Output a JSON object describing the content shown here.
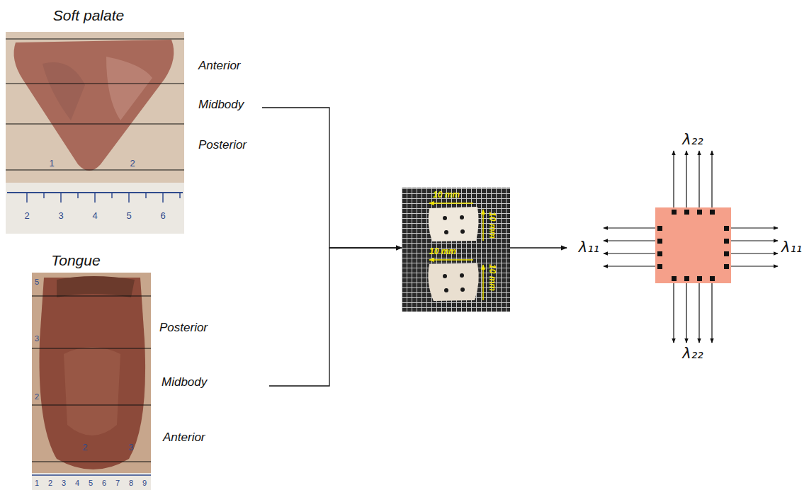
{
  "diagram": {
    "nodes": [
      {
        "text": [
          "Soft palate"
        ]
      },
      {
        "text": [
          "Tongue"
        ]
      },
      {
        "text": [
          "10 mm",
          "10 mm",
          "10 mm",
          "10 mm"
        ]
      },
      {
        "text": [
          "λ₂₂",
          "λ₁₁",
          "λ₁₁",
          "λ₂₂"
        ]
      }
    ],
    "edges": [
      {
        "from": 0,
        "to": 2,
        "arrow": "to"
      },
      {
        "from": 1,
        "to": 2,
        "arrow": "to"
      },
      {
        "from": 2,
        "to": 3,
        "arrow": "to"
      }
    ],
    "labels": [
      "Anterior",
      "Midbody",
      "Posterior",
      "1",
      "2",
      "2",
      "3",
      "4",
      "5",
      "6",
      "5",
      "3",
      "2",
      "Posterior",
      "Midbody",
      "Anterior",
      "2",
      "3",
      "1",
      "2",
      "3",
      "4",
      "5",
      "6",
      "7",
      "8",
      "9"
    ]
  }
}
